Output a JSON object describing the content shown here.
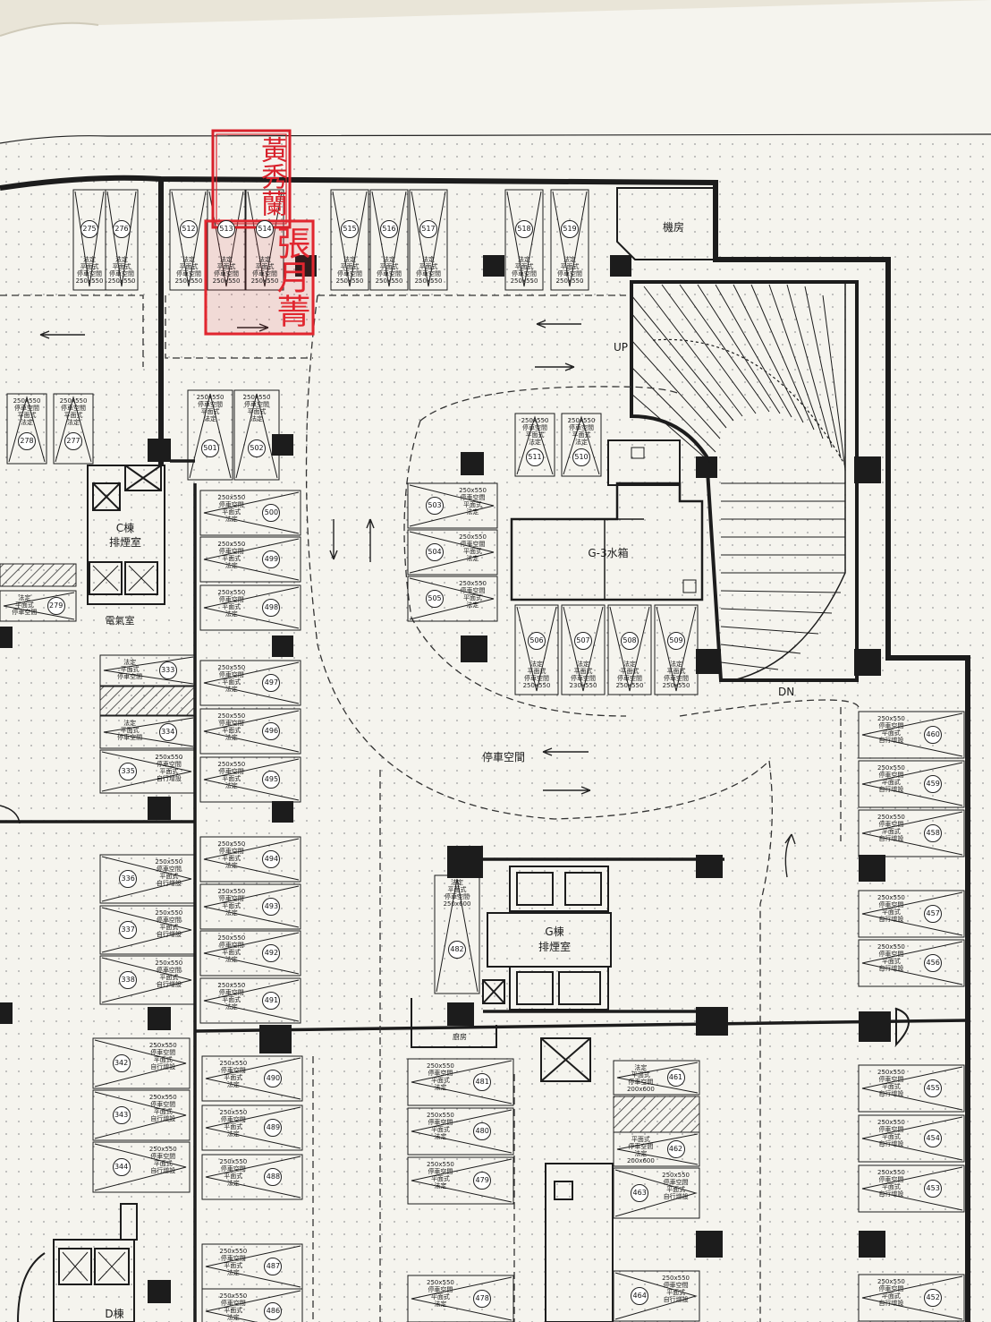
{
  "seal": {
    "text": "黃秀蘭",
    "color": "#d8212b"
  },
  "stamp": {
    "text": "張月菁",
    "color": "#e1262f"
  },
  "rooms": {
    "machine_room": "機房",
    "water_tank": "G-3水箱",
    "c_building_smoke": [
      "C棟",
      "排煙室"
    ],
    "g_building_smoke": [
      "G棟",
      "排煙室"
    ],
    "electrical_room": "電氣室",
    "parking_space": "停車空間",
    "d_building": "D棟",
    "stair_up": "UP",
    "stair_down": "DN",
    "small_room": "廚房"
  },
  "stall_text": {
    "legal": "法定",
    "flat": "平面式",
    "parking": "停車空間",
    "self_added": "自行增設",
    "size_std": "250x550",
    "size_230": "230x550",
    "size_600": "250x600",
    "size_accessible": "200x600"
  },
  "stall_numbers": {
    "top_row": [
      "275",
      "276",
      "512",
      "513",
      "514",
      "515",
      "516",
      "517",
      "518",
      "519"
    ],
    "left_col_top": [
      "278",
      "277",
      "501",
      "502"
    ],
    "ramp_col": [
      "500",
      "499",
      "498",
      "497",
      "496",
      "495",
      "494",
      "493",
      "492",
      "491"
    ],
    "island_top": [
      "511",
      "510"
    ],
    "island_left": [
      "503",
      "504",
      "505"
    ],
    "island_bottom": [
      "506",
      "507",
      "508",
      "509"
    ],
    "left_block": [
      "279",
      "333",
      "334",
      "335",
      "336",
      "337",
      "338",
      "342",
      "343",
      "344"
    ],
    "right_col": [
      "460",
      "459",
      "458",
      "457",
      "456",
      "455",
      "454",
      "453",
      "452"
    ],
    "lower_mid": [
      "482",
      "481",
      "480",
      "479",
      "478",
      "461",
      "462",
      "463",
      "464",
      "490",
      "489",
      "488",
      "487",
      "486"
    ]
  },
  "colors": {
    "ink": "#1c1c1c",
    "paper": "#f5f4ee",
    "background": "#e9e5d8",
    "seal_red": "#d8212b"
  }
}
